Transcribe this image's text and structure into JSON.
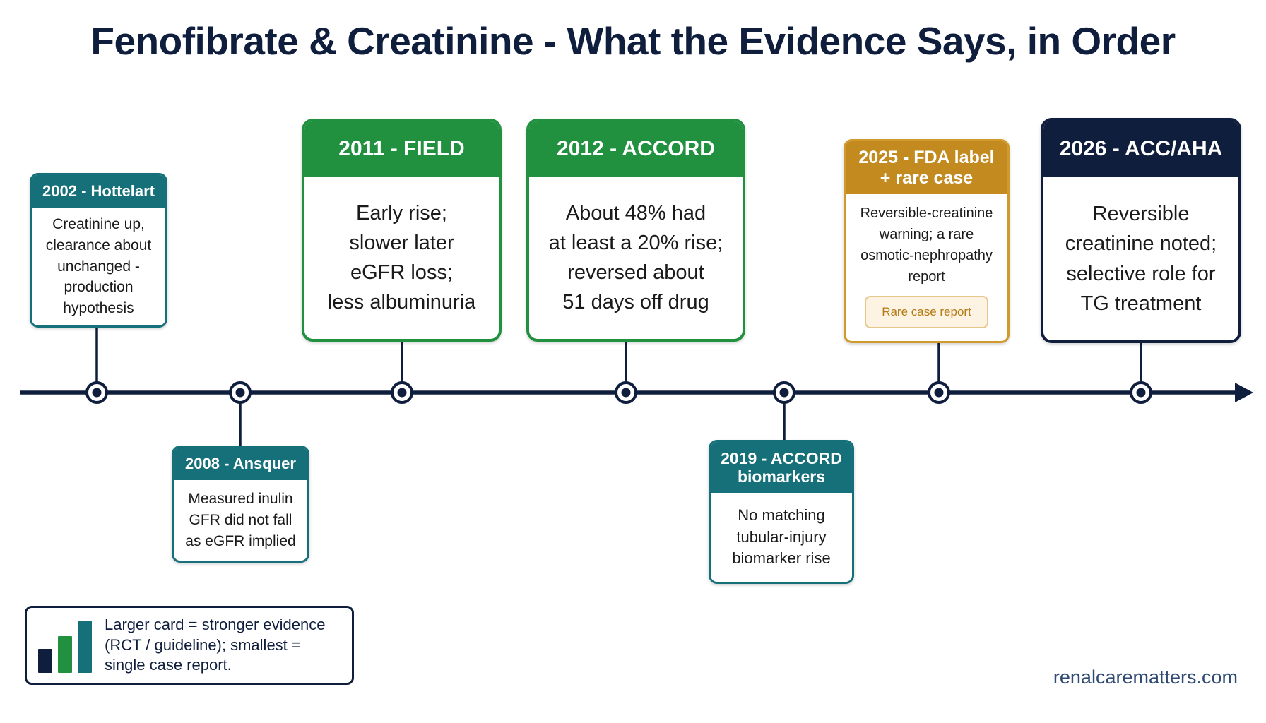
{
  "title": "Fenofibrate & Creatinine - What the Evidence Says, in Order",
  "events": [
    {
      "id": "hottelart",
      "heading": "2002 - Hottelart",
      "text": "Creatinine up,\nclearance about\nunchanged -\nproduction\nhypothesis",
      "style": "teal",
      "position": "above"
    },
    {
      "id": "ansquer",
      "heading": "2008 - Ansquer",
      "text": "Measured inulin\nGFR did not fall\nas eGFR implied",
      "style": "teal",
      "position": "below"
    },
    {
      "id": "field",
      "heading": "2011 - FIELD",
      "text": "Early rise;\nslower later\neGFR loss;\nless albuminuria",
      "style": "green",
      "position": "above"
    },
    {
      "id": "accord",
      "heading": "2012 - ACCORD",
      "text": "About 48% had\nat least a 20% rise;\nreversed about\n51 days off drug",
      "style": "green",
      "position": "above"
    },
    {
      "id": "accord-biomarkers",
      "heading": "2019 - ACCORD\nbiomarkers",
      "text": "No matching\ntubular-injury\nbiomarker rise",
      "style": "teal",
      "position": "below"
    },
    {
      "id": "fda",
      "heading": "2025 - FDA label\n+ rare case",
      "text": "Reversible-creatinine\nwarning; a rare\nosmotic-nephropathy\nreport",
      "badge": "Rare case report",
      "style": "gold",
      "position": "above"
    },
    {
      "id": "accaha",
      "heading": "2026 - ACC/AHA",
      "text": "Reversible\ncreatinine noted;\nselective role for\nTG treatment",
      "style": "navy",
      "position": "above"
    }
  ],
  "legend": {
    "text": "Larger card = stronger evidence\n(RCT / guideline); smallest =\nsingle case report."
  },
  "footer": {
    "site": "renalcarematters.com"
  },
  "colors": {
    "navy": "#0f1e3d",
    "teal": "#16707a",
    "green": "#21913f",
    "gold": "#c38a1f"
  }
}
